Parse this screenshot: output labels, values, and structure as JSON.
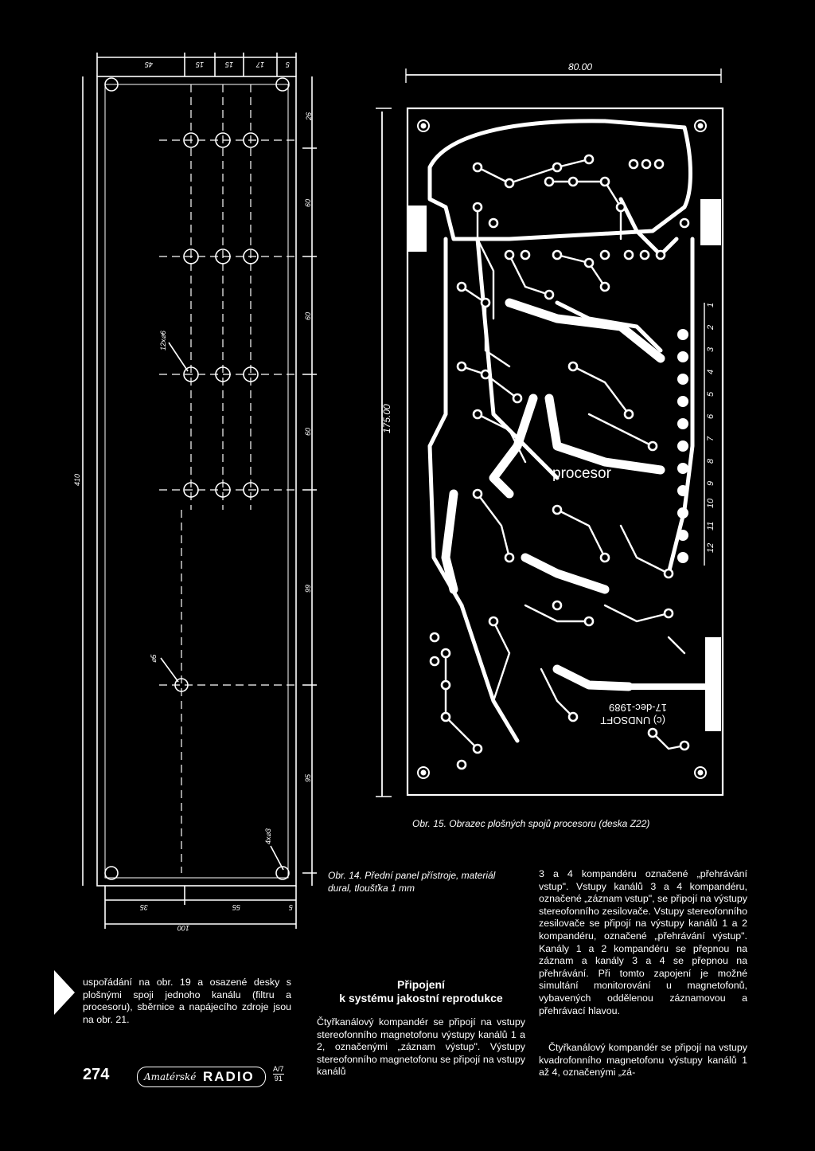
{
  "figure14": {
    "dims_top": [
      "45",
      "15",
      "15",
      "17",
      "5"
    ],
    "dims_bottom": [
      "35",
      "55",
      "5"
    ],
    "dim_total_width": "100",
    "dims_side": [
      "26",
      "60",
      "60",
      "60",
      "99",
      "95"
    ],
    "dim_total_height": "410",
    "hole_label_1": "12x⌀6",
    "hole_label_2": "⌀5",
    "hole_label_3": "4x⌀3",
    "caption_prefix": "Obr. 14.",
    "caption_text": "Přední panel přístroje, materiál dural, tloušťka 1 mm"
  },
  "figure15": {
    "width_label": "80.00",
    "height_label": "175.00",
    "processor_label": "procesor",
    "copyright_line1": "(c) UNDSOFT",
    "copyright_line2": "17-dec-1989",
    "connector_pins": [
      "1",
      "2",
      "3",
      "4",
      "5",
      "6",
      "7",
      "8",
      "9",
      "10",
      "11",
      "12"
    ],
    "caption": "Obr. 15. Obrazec plošných spojů procesoru (deska Z22)"
  },
  "left_column": {
    "text": "uspořádání na obr. 19 a osazené desky s plošnými spoji jednoho kanálu (filtru a procesoru), sběrnice a napájecího zdroje jsou na obr. 21."
  },
  "middle_column": {
    "heading_line1": "Připojení",
    "heading_line2": "k systému jakostní reprodukce",
    "text": "Čtyřkanálový kompandér se připojí na vstupy stereofonního magnetofonu výstupy kanálů 1 a 2, označenými „záznam výstup\". Výstupy stereofonního magnetofonu se připojí na vstupy kanálů"
  },
  "right_column": {
    "paragraph1": "3 a 4 kompandéru označené „přehrávání vstup\". Vstupy kanálů 3 a 4 kompandéru, označené „záznam vstup\", se připojí na výstupy stereofonního zesilovače. Vstupy stereofonního zesilovače se připojí na výstupy kanálů 1 a 2 kompandéru, označené „přehrávání výstup\". Kanály 1 a 2 kompandéru se přepnou na záznam a kanály 3 a 4 se přepnou na přehrávání. Při tomto zapojení je možné simultání monitorování u magnetofonů, vybavených oddělenou záznamovou a přehrávací hlavou.",
    "paragraph2": "Čtyřkanálový kompandér se připojí na vstupy kvadrofonního magnetofonu výstupy kanálů 1 až 4, označenými „zá-"
  },
  "footer": {
    "page_number": "274",
    "logo_script": "Amatérské",
    "logo_word": "RADIO",
    "issue_top": "A/7",
    "issue_bottom": "91"
  }
}
